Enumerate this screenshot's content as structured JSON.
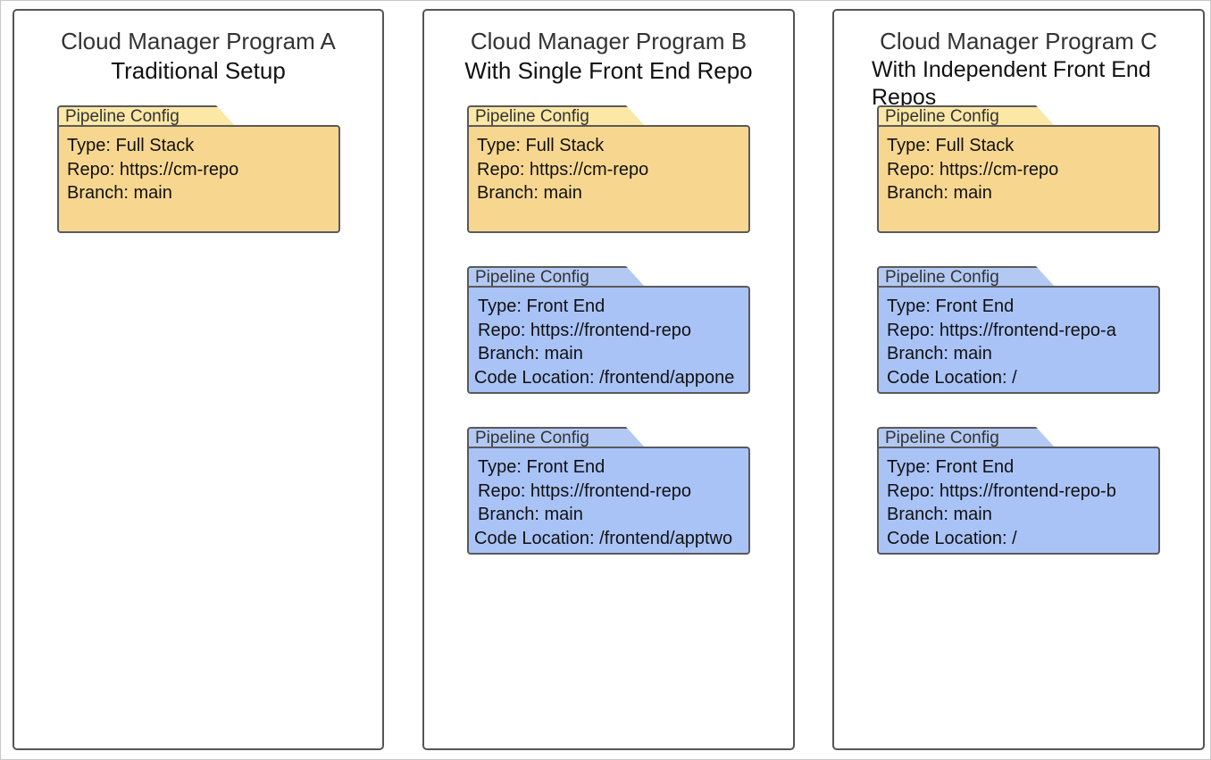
{
  "panels": [
    {
      "title_line1": "Cloud Manager Program A",
      "title_line2": "Traditional Setup",
      "configs": [
        {
          "tab": "Pipeline Config",
          "type": "Type: Full Stack",
          "repo": "Repo: https://cm-repo",
          "branch": "Branch: main",
          "color": "#f7d78f"
        }
      ]
    },
    {
      "title_line1": "Cloud Manager Program B",
      "title_line2": "With Single Front End Repo",
      "configs": [
        {
          "tab": "Pipeline Config",
          "type": "Type: Full Stack",
          "repo": "Repo: https://cm-repo",
          "branch": "Branch: main",
          "color": "#f7d78f"
        },
        {
          "tab": "Pipeline Config",
          "type": "Type: Front End",
          "repo": "Repo: https://frontend-repo",
          "branch": "Branch: main",
          "code": "Code Location: /frontend/appone",
          "color": "#a9c3f7"
        },
        {
          "tab": "Pipeline Config",
          "type": "Type: Front End",
          "repo": "Repo: https://frontend-repo",
          "branch": "Branch: main",
          "code": "Code Location: /frontend/apptwo",
          "color": "#a9c3f7"
        }
      ]
    },
    {
      "title_line1": "Cloud Manager Program C",
      "title_line2": "With Independent Front End Repos",
      "configs": [
        {
          "tab": "Pipeline Config",
          "type": "Type: Full Stack",
          "repo": "Repo: https://cm-repo",
          "branch": "Branch: main",
          "color": "#f7d78f"
        },
        {
          "tab": "Pipeline Config",
          "type": "Type: Front End",
          "repo": "Repo: https://frontend-repo-a",
          "branch": "Branch: main",
          "code": "Code Location: /",
          "color": "#a9c3f7"
        },
        {
          "tab": "Pipeline Config",
          "type": "Type: Front End",
          "repo": "Repo: https://frontend-repo-b",
          "branch": "Branch: main",
          "code": "Code Location: /",
          "color": "#a9c3f7"
        }
      ]
    }
  ]
}
